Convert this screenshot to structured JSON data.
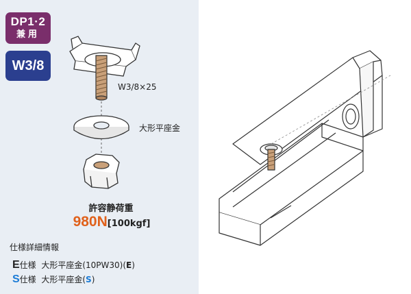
{
  "badges": {
    "dp_line1": "DP1·2",
    "dp_line2": "兼用",
    "size": "W3/8"
  },
  "parts": {
    "bolt_label": "W3/8×25",
    "washer_label": "大形平座金"
  },
  "load": {
    "title": "許容静荷重",
    "value": "980N",
    "unit": "[100kgf]"
  },
  "spec": {
    "title": "仕様詳細情報",
    "rows": [
      {
        "letter": "E",
        "suffix": "仕様",
        "name": "大形平座金(10PW30)",
        "code_open": "(",
        "code": "E",
        "code_close": ")"
      },
      {
        "letter": "S",
        "suffix": "仕様",
        "name": "大形平座金",
        "code_open": "(",
        "code": "S",
        "code_close": ")"
      }
    ]
  },
  "colors": {
    "badge_dp": "#7a2e6b",
    "badge_w": "#2b3f8f",
    "load_value": "#e0611b",
    "s_accent": "#1a7bd6",
    "panel_bg": "#e9eef4"
  }
}
